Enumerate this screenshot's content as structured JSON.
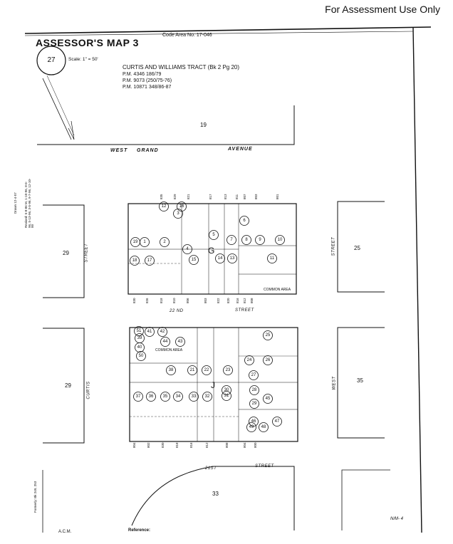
{
  "header": {
    "note": "For Assessment Use Only"
  },
  "map_header": {
    "title": "ASSESSOR'S MAP  3",
    "code_area": "Code Area No. 17-046",
    "book_circle": "27",
    "scale": "Scale: 1\" = 50'"
  },
  "tract": {
    "name": "CURTIS AND WILLIAMS TRACT (Bk 2 Pg 20)",
    "pm_lines": [
      "P.M. 4346  186/79",
      "P.M. 9073  (250/75-76)",
      "P.M. 10871  348/86-87"
    ]
  },
  "streets": {
    "grand": {
      "w1": "WEST",
      "w2": "GRAND",
      "w3": "AVENUE"
    },
    "st22": {
      "w1": "22 ND",
      "w2": "STREET"
    },
    "st21": {
      "w1": "21ST",
      "w2": "STREET"
    },
    "curtis_a": "STREET",
    "curtis_b": "CURTIS",
    "west_a": "STREET",
    "west_b": "WEST"
  },
  "blocks": {
    "b19": "19",
    "b29a": "29",
    "b29b": "29",
    "b25": "25",
    "b35": "35",
    "b33": "33",
    "g": "G",
    "j": "J",
    "common1": "COMMON AREA",
    "common2": "COMMON AREA"
  },
  "side_notes": {
    "drawn": "Drawn 12-4-57",
    "revised": "Revised: 5-8-86 M, 1-10-96, 8-6-96, 5-13-96, 3-5-96, 9-7-96, 12-10-00"
  },
  "footer": {
    "acm": "A.C.M.",
    "reference": "Reference:",
    "formerly": "Formerly: Bk 249, 253",
    "nf": "N/M- 4"
  },
  "parcels_top": [
    "1",
    "2",
    "3",
    "4",
    "5",
    "6",
    "7",
    "8",
    "9",
    "10",
    "11",
    "12",
    "13",
    "14",
    "15",
    "16",
    "17",
    "18",
    "19"
  ],
  "parcels_bottom": [
    "21",
    "22",
    "23",
    "24",
    "25",
    "26",
    "27",
    "28",
    "29",
    "30",
    "31",
    "32",
    "33",
    "34",
    "35",
    "36",
    "37",
    "38",
    "39",
    "40",
    "41",
    "42",
    "43",
    "44",
    "45",
    "46",
    "47",
    "48",
    "49",
    "50",
    "51"
  ],
  "lot_numbers": [
    "835",
    "829",
    "821",
    "817",
    "813",
    "811",
    "807",
    "803",
    "801",
    "830",
    "826",
    "818",
    "810",
    "806",
    "803",
    "822",
    "820",
    "816",
    "812",
    "808",
    "804",
    "802",
    "830",
    "818",
    "816",
    "812",
    "808",
    "804",
    "800"
  ]
}
